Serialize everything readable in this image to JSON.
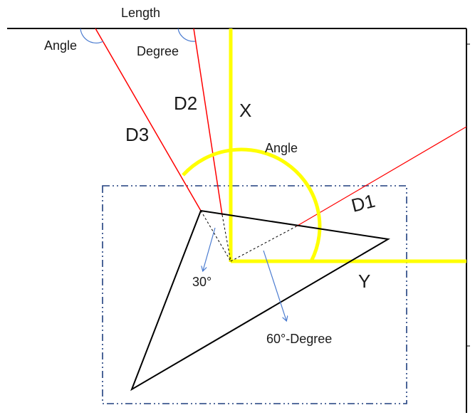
{
  "labels": {
    "length": "Length",
    "angle_top": "Angle",
    "degree_top": "Degree",
    "d2": "D2",
    "d3": "D3",
    "x_axis": "X",
    "angle_arc": "Angle",
    "d1": "D1",
    "y_axis": "Y",
    "angle_30": "30°",
    "angle_60": "60°-Degree"
  },
  "colors": {
    "frame": "#000000",
    "triangle": "#000000",
    "rays": "#ff0000",
    "axes": "#ffff00",
    "bounding_box": "#1f3f7f",
    "annotation_arrows": "#4a7bd0",
    "helper_lines": "#000000"
  }
}
